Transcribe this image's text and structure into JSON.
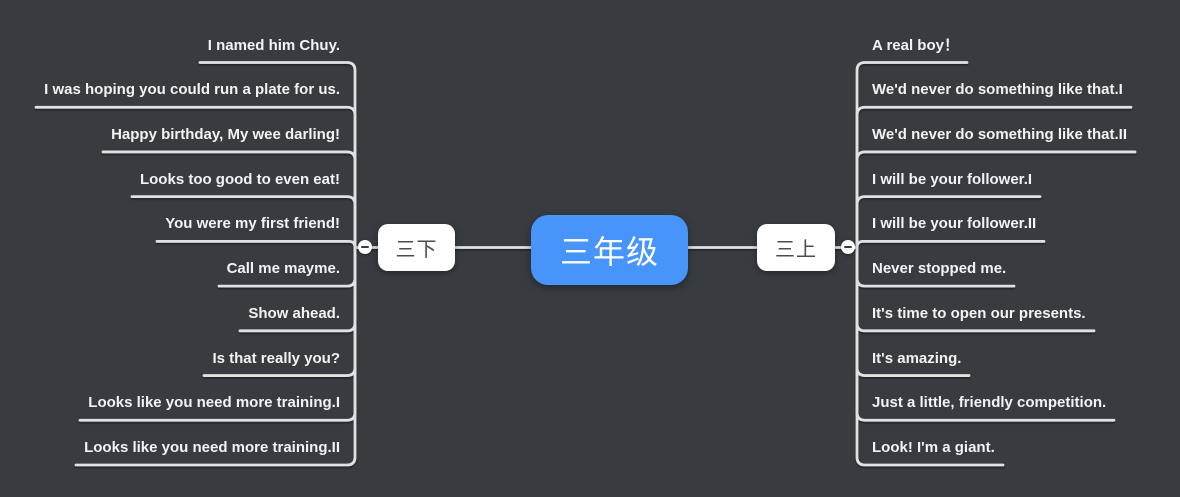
{
  "canvas": {
    "bg": "#383b40"
  },
  "colors": {
    "line": "#dfe1e2",
    "leaf_text": "#f2f3f4",
    "center_bg": "#4794fb",
    "center_text": "#ffffff",
    "branch_bg": "#ffffff",
    "branch_text": "#4a4c4f",
    "collapse_bg": "#ffffff",
    "collapse_glyph": "#3a3d42"
  },
  "center": {
    "label": "三年级"
  },
  "branches": {
    "left": {
      "label": "三下",
      "topics": [
        "I named him Chuy.",
        "I was hoping you could run a plate for us.",
        "Happy birthday, My wee darling!",
        "Looks too good to even eat!",
        "You were my first friend!",
        "Call me mayme.",
        "Show ahead.",
        "Is that really you?",
        "Looks like you need more training.I",
        "Looks like you need more training.II"
      ]
    },
    "right": {
      "label": "三上",
      "topics": [
        "A real boy！",
        "We'd never do something like that.I",
        "We'd never do something like that.II",
        "I will be your follower.I",
        "I will be your follower.II",
        "Never stopped me.",
        "It's time to open our presents.",
        "It's amazing.",
        "Just a little, friendly competition.",
        "Look! I'm a giant."
      ]
    }
  },
  "icons": {
    "collapse_left": "minus-icon",
    "collapse_right": "minus-icon"
  }
}
